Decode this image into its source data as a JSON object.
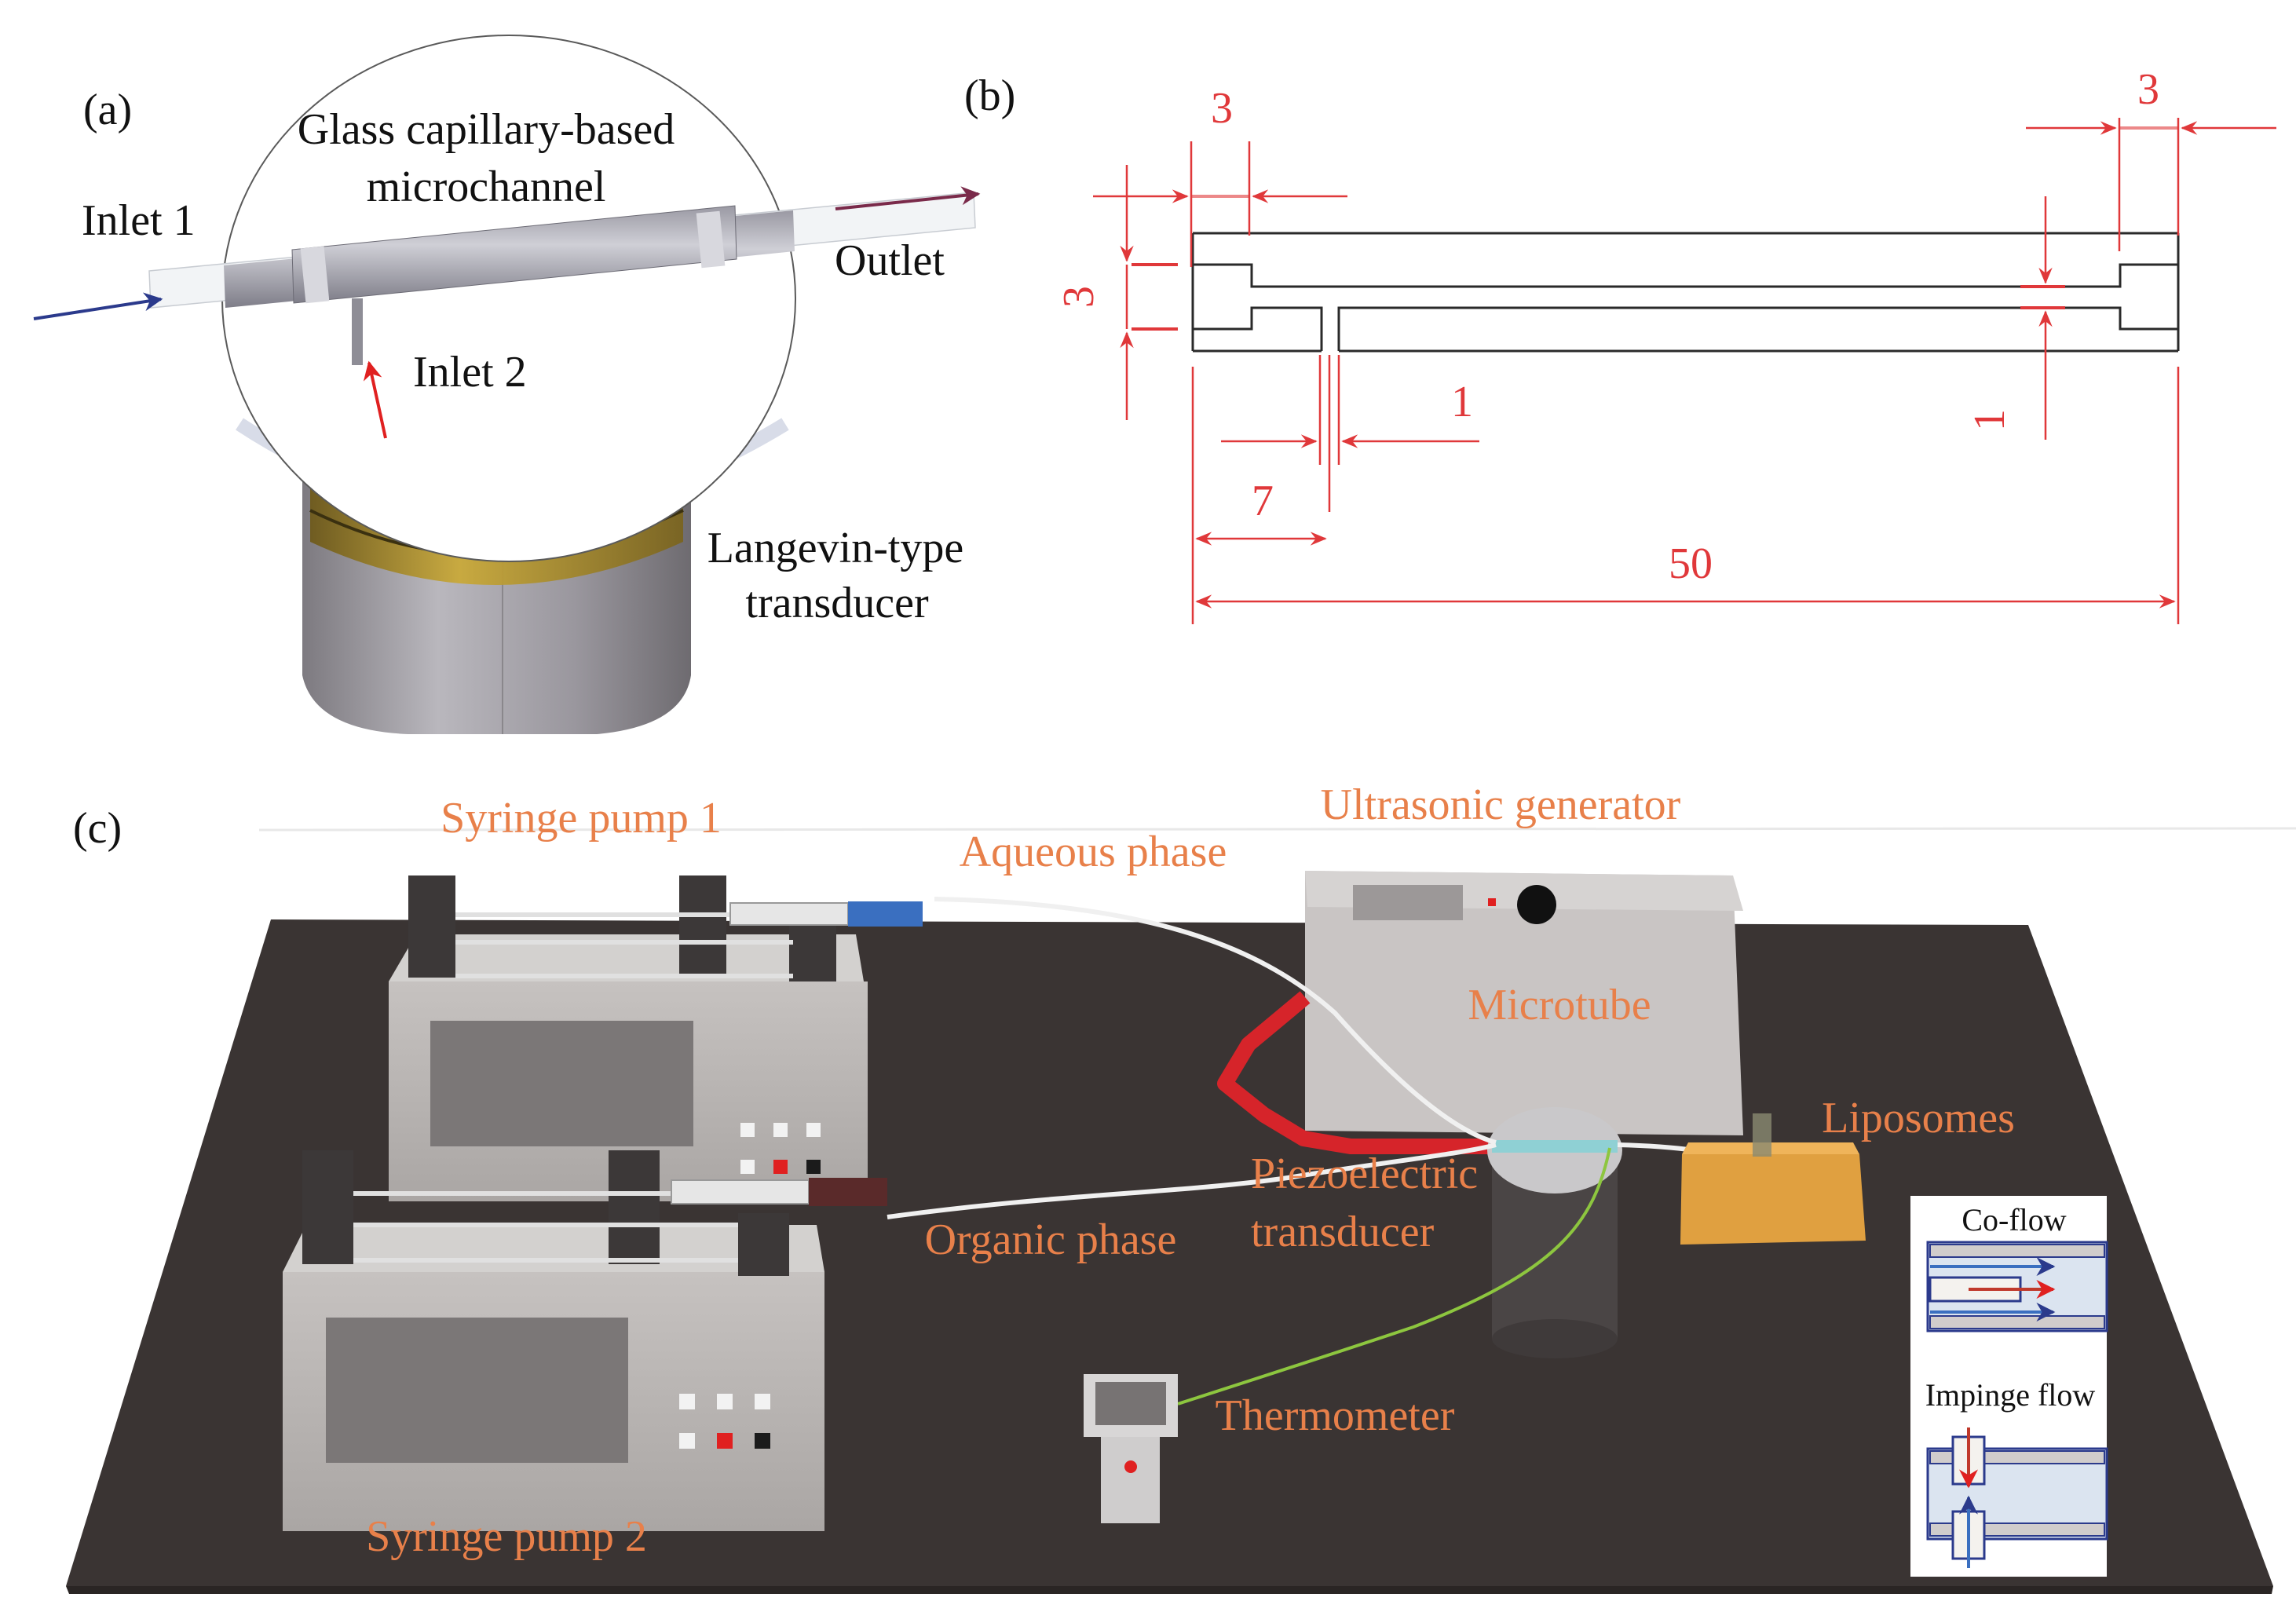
{
  "colors": {
    "label_orange": "#e8804a",
    "dimension_red": "#e0383a",
    "inlet1_arrow": "#2b3a8c",
    "inlet2_arrow": "#e02020",
    "outlet_arrow": "#7a2a4a",
    "table": "#3a3433",
    "device_gray": "#b8b4b2"
  },
  "panel_a": {
    "tag": "(a)",
    "channel_label_line1": "Glass capillary-based",
    "channel_label_line2": "microchannel",
    "inlet1": "Inlet 1",
    "inlet2": "Inlet 2",
    "outlet": "Outlet",
    "transducer_line1": "Langevin-type",
    "transducer_line2": "transducer"
  },
  "panel_b": {
    "tag": "(b)",
    "dims": {
      "left_width": "3",
      "right_width": "3",
      "left_height": "3",
      "inlet2_width": "1",
      "right_channel": "1",
      "inlet2_offset": "7",
      "total_length": "50"
    }
  },
  "panel_c": {
    "tag": "(c)",
    "syringe_pump_1": "Syringe pump 1",
    "syringe_pump_2": "Syringe pump 2",
    "aqueous_phase": "Aqueous phase",
    "organic_phase": "Organic phase",
    "ultrasonic_generator": "Ultrasonic generator",
    "microtube": "Microtube",
    "liposomes": "Liposomes",
    "piezo_line1": "Piezoelectric",
    "piezo_line2": "transducer",
    "thermometer": "Thermometer",
    "inset": {
      "coflow": "Co-flow",
      "impinge": "Impinge flow"
    }
  }
}
